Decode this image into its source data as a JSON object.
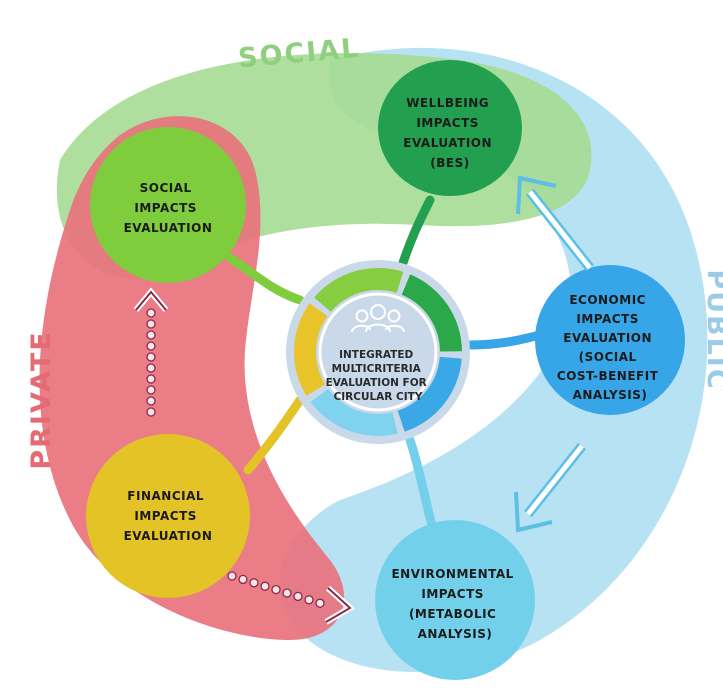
{
  "regions": {
    "social": {
      "label": "SOCIAL",
      "color": "#9fd98c"
    },
    "private": {
      "label": "PRIVATE",
      "color": "#e86f7a"
    },
    "public": {
      "label": "PUBLIC",
      "color": "#a9dcf2"
    }
  },
  "center": {
    "lines": [
      "INTEGRATED",
      "MULTICRITERIA",
      "EVALUATION FOR",
      "CIRCULAR CITY"
    ],
    "icon": "people-group-icon"
  },
  "nodes": {
    "wellbeing": {
      "lines": [
        "WELLBEING",
        "IMPACTS",
        "EVALUATION",
        "(BES)"
      ],
      "color": "#22a050"
    },
    "social": {
      "lines": [
        "SOCIAL",
        "IMPACTS",
        "EVALUATION"
      ],
      "color": "#7fcc3c"
    },
    "economic": {
      "lines": [
        "ECONOMIC",
        "IMPACTS",
        "EVALUATION",
        "(SOCIAL",
        "COST-BENEFIT",
        "ANALYSIS)"
      ],
      "color": "#36a6e8"
    },
    "financial": {
      "lines": [
        "FINANCIAL",
        "IMPACTS",
        "EVALUATION"
      ],
      "color": "#e4c326"
    },
    "environmental": {
      "lines": [
        "ENVIRONMENTAL",
        "IMPACTS",
        "(METABOLIC",
        "ANALYSIS)"
      ],
      "color": "#72d0ea"
    }
  },
  "ring_colors": [
    "#2aa84a",
    "#3aa7e6",
    "#7fd3ee",
    "#e7c52a",
    "#86cd3f"
  ]
}
